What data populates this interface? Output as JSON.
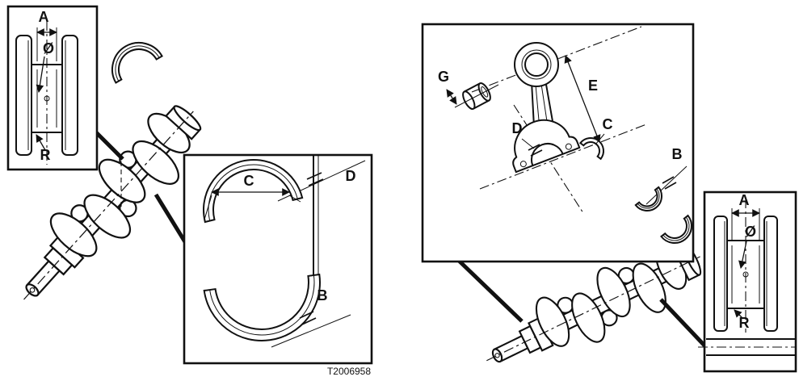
{
  "figure": {
    "code": "T2006958",
    "ink_color": "#111111",
    "background": "#ffffff"
  },
  "callouts": {
    "left_journal": {
      "a": "A",
      "diameter": "Ø",
      "r": "R"
    },
    "main_bearing": {
      "c": "C",
      "d": "D",
      "b": "B"
    },
    "connecting_rod": {
      "g": "G",
      "e": "E",
      "d": "D",
      "c": "C",
      "b": "B"
    },
    "right_journal": {
      "a": "A",
      "diameter": "Ø",
      "r": "R"
    }
  }
}
